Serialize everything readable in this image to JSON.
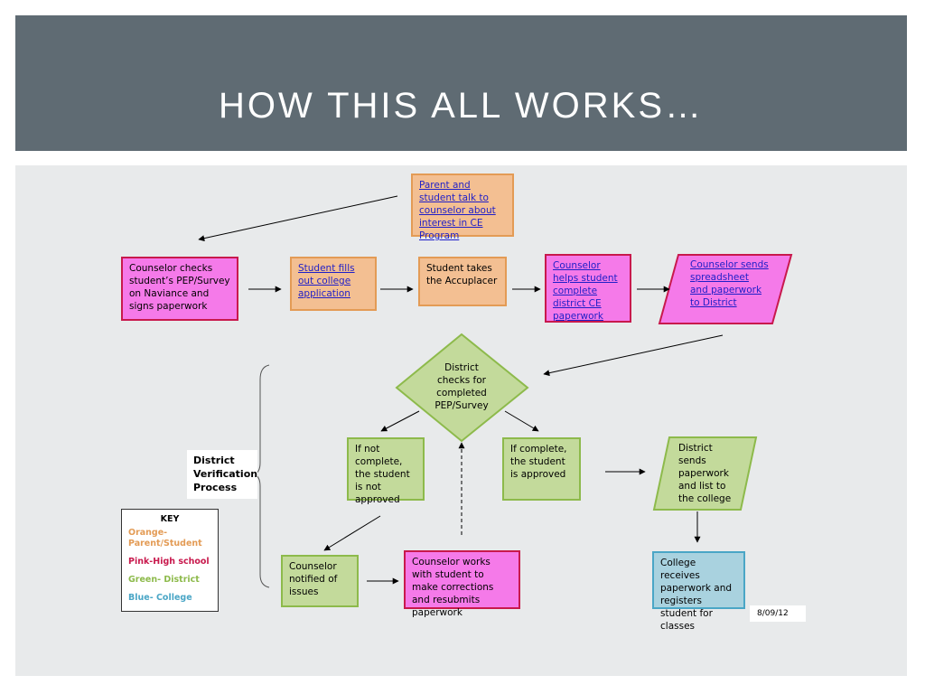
{
  "title": "HOW THIS ALL WORKS…",
  "nodes": {
    "parent_talk": "Parent and student talk to counselor about interest in CE Program",
    "counselor_checks": "Counselor checks student’s PEP/Survey on Naviance and signs paperwork",
    "student_fills": "Student fills out college application",
    "student_takes": "Student takes the Accuplacer",
    "counselor_helps": "Counselor helps student complete district CE paperwork",
    "counselor_sends": "Counselor sends spreadsheet and paperwork to District",
    "district_checks": "District checks for completed PEP/Survey",
    "if_not_complete": "If not complete, the student is not approved",
    "if_complete": "If complete, the student is approved",
    "district_sends": "District sends paperwork and list to the college",
    "counselor_notified": "Counselor notified of issues",
    "counselor_works": "Counselor works with student to make corrections and resubmits paperwork",
    "college_receives": "College receives paperwork and registers student for classes"
  },
  "district_verification": "District Verification Process",
  "key": {
    "title": "KEY",
    "orange": "Orange- Parent/Student",
    "pink": "Pink-High school",
    "green": "Green- District",
    "blue": "Blue- College"
  },
  "colors": {
    "orange": "#e39b55",
    "pink": "#c8194d",
    "green": "#8dba4b",
    "blue": "#4aa6c6"
  },
  "date": "8/09/12"
}
